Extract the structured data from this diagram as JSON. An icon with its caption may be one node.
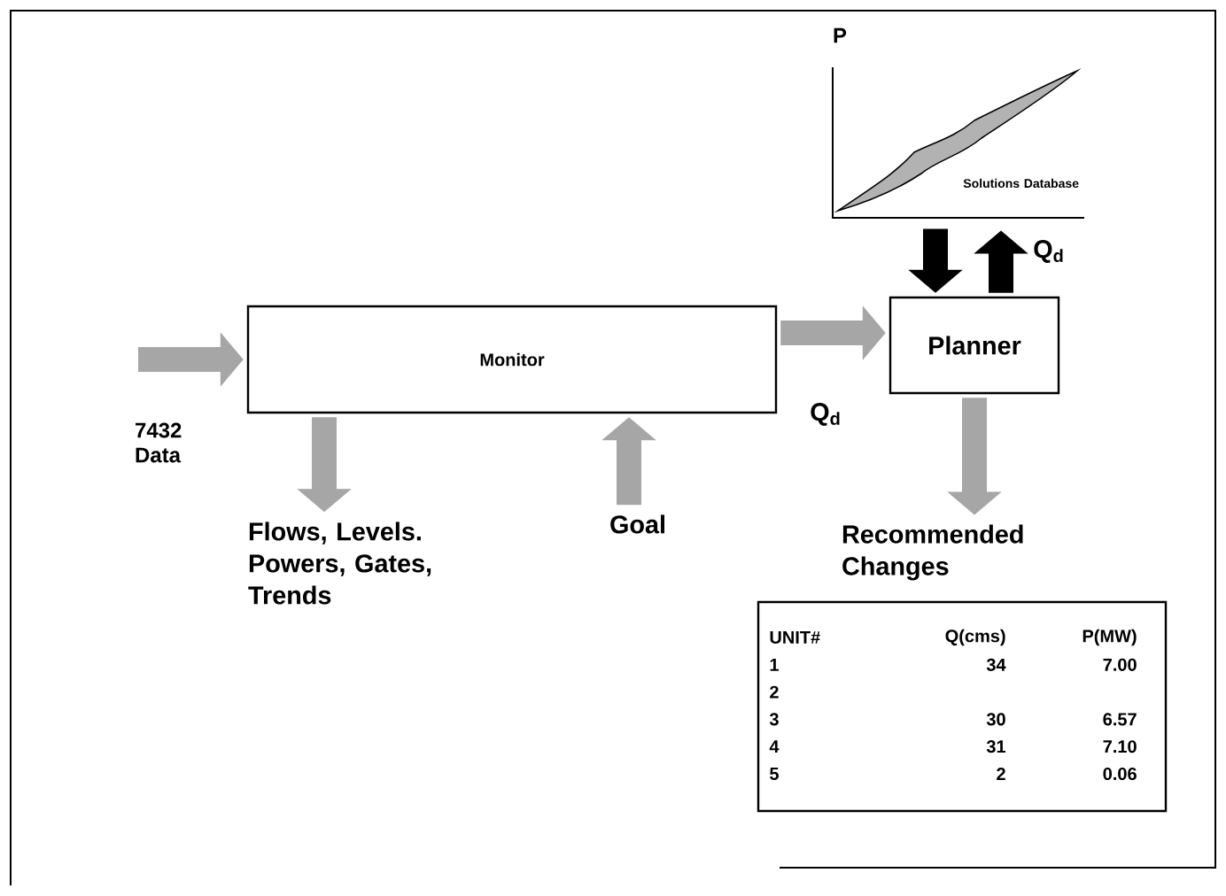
{
  "diagram": {
    "nodes": [
      {
        "text": [
          "Monitor"
        ]
      },
      {
        "text": [
          "Planner"
        ]
      },
      {
        "text": [
          "Flows, Levels. Powers, Gates, Trends"
        ]
      },
      {
        "text": [
          "Goal"
        ]
      },
      {
        "text": [
          "Recommended Changes"
        ]
      },
      {
        "text": [
          "Solutions Database"
        ]
      },
      {
        "text": [
          "UNIT#",
          "Q(cms)",
          "P(MW)",
          "1",
          "34",
          "7.00",
          "2",
          "3",
          "30",
          "6.57",
          "4",
          "31",
          "7.10",
          "5",
          "2",
          "0.06"
        ]
      }
    ],
    "edges": [
      {
        "from": null,
        "to": 0,
        "arrow": "to",
        "label": "7432 Data"
      },
      {
        "from": 0,
        "to": 2,
        "arrow": "to"
      },
      {
        "from": 3,
        "to": 0,
        "arrow": "to"
      },
      {
        "from": 0,
        "to": 1,
        "arrow": "to",
        "label": "Q$_{d}$"
      },
      {
        "from": 5,
        "to": 1,
        "arrow": "to",
        "color": "#000000"
      },
      {
        "from": 1,
        "to": 5,
        "arrow": "to",
        "label": "Q$_{d}$",
        "color": "#000000"
      },
      {
        "from": 1,
        "to": 4,
        "arrow": "to"
      }
    ],
    "labels": [
      "P"
    ]
  }
}
